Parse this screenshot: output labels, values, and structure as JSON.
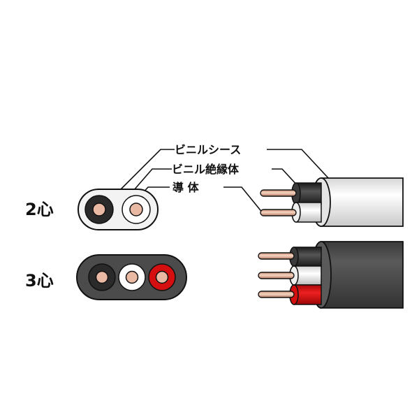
{
  "labels": {
    "sheath": "ビニルシース",
    "insulation": "ビニル絶縁体",
    "conductor": "導 体"
  },
  "rows": [
    {
      "label": "2心",
      "cores": [
        "black",
        "white"
      ]
    },
    {
      "label": "3心",
      "cores": [
        "black",
        "white",
        "red"
      ]
    }
  ],
  "colors": {
    "sheath_white": "#f3f3f3",
    "sheath_gray": "#4b4b4b",
    "core_black": "#2a2a2a",
    "core_white": "#ffffff",
    "core_red": "#d50f0f",
    "copper": "#eab9a4",
    "outline": "#111111"
  }
}
